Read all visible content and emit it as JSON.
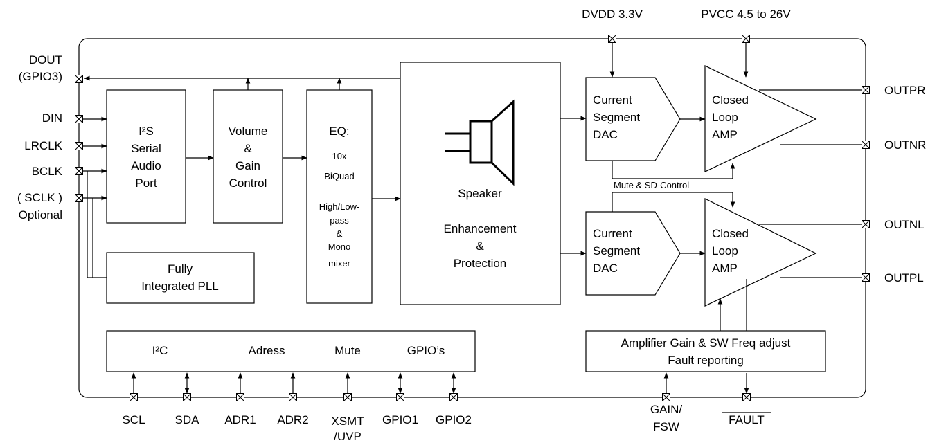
{
  "power": {
    "dvdd": "DVDD 3.3V",
    "pvcc": "PVCC 4.5 to 26V"
  },
  "left_pins": {
    "dout": [
      "DOUT",
      "(GPIO3)"
    ],
    "din": "DIN",
    "lrclk": "LRCLK",
    "bclk": "BCLK",
    "sclk": [
      "( SCLK )",
      "Optional"
    ]
  },
  "blocks": {
    "i2s": [
      "I²S",
      "Serial",
      "Audio",
      "Port"
    ],
    "volume": [
      "Volume",
      "&",
      "Gain",
      "Control"
    ],
    "eq_title": "EQ:",
    "eq_body": [
      "10x",
      "BiQuad",
      "",
      "High/Low-",
      "pass",
      "&",
      "Mono",
      "mixer"
    ],
    "speaker": "Speaker",
    "enhancement": [
      "Enhancement",
      "&",
      "Protection"
    ],
    "pll": [
      "Fully",
      "Integrated PLL"
    ],
    "dac_top": [
      "Current",
      "Segment",
      "DAC"
    ],
    "dac_bottom": [
      "Current",
      "Segment",
      "DAC"
    ],
    "amp_top": [
      "Closed",
      "Loop",
      "AMP"
    ],
    "amp_bottom": [
      "Closed",
      "Loop",
      "AMP"
    ],
    "mute_sd": "Mute & SD-Control",
    "gain_fault": [
      "Amplifier Gain & SW Freq adjust",
      "Fault reporting"
    ]
  },
  "control_bar": {
    "i2c": "I²C",
    "adress": "Adress",
    "mute": "Mute",
    "gpios": "GPIO’s"
  },
  "right_pins": {
    "outpr": "OUTPR",
    "outnr": "OUTNR",
    "outnl": "OUTNL",
    "outpl": "OUTPL"
  },
  "bottom_pins": {
    "scl": "SCL",
    "sda": "SDA",
    "adr1": "ADR1",
    "adr2": "ADR2",
    "xsmt": [
      "XSMT",
      "/UVP"
    ],
    "gpio1": "GPIO1",
    "gpio2": "GPIO2",
    "gain_fsw": [
      "GAIN/",
      "FSW"
    ],
    "fault": "FAULT"
  }
}
